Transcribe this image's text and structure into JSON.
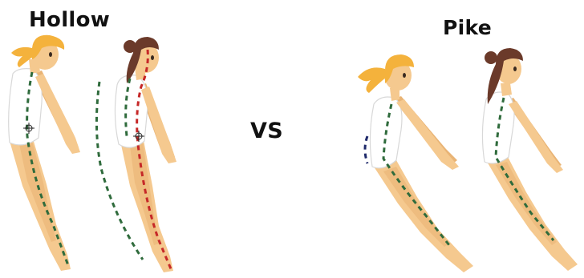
{
  "labels": {
    "hollow": "Hollow",
    "vs": "VS",
    "pike": "Pike"
  },
  "figures": [
    {
      "group": "hollow",
      "hair": "blonde",
      "guide_lines": [
        "green"
      ],
      "hip_marker": true
    },
    {
      "group": "hollow",
      "hair": "brown",
      "guide_lines": [
        "green",
        "red"
      ],
      "hip_marker": true
    },
    {
      "group": "pike",
      "hair": "blonde",
      "guide_lines": [
        "green",
        "navy"
      ],
      "hip_marker": false
    },
    {
      "group": "pike",
      "hair": "brown",
      "guide_lines": [
        "green"
      ],
      "hip_marker": false
    }
  ],
  "colors": {
    "skin": "#f5c98f",
    "skin_shadow": "#e9b475",
    "leotard": "#ffffff",
    "outline": "#d8d8d8",
    "hair_blonde": "#f4b23c",
    "hair_brown": "#6b3a2a",
    "line_green": "#2f6b3c",
    "line_red": "#c62828",
    "line_navy": "#1f2a6b",
    "text": "#111111"
  }
}
